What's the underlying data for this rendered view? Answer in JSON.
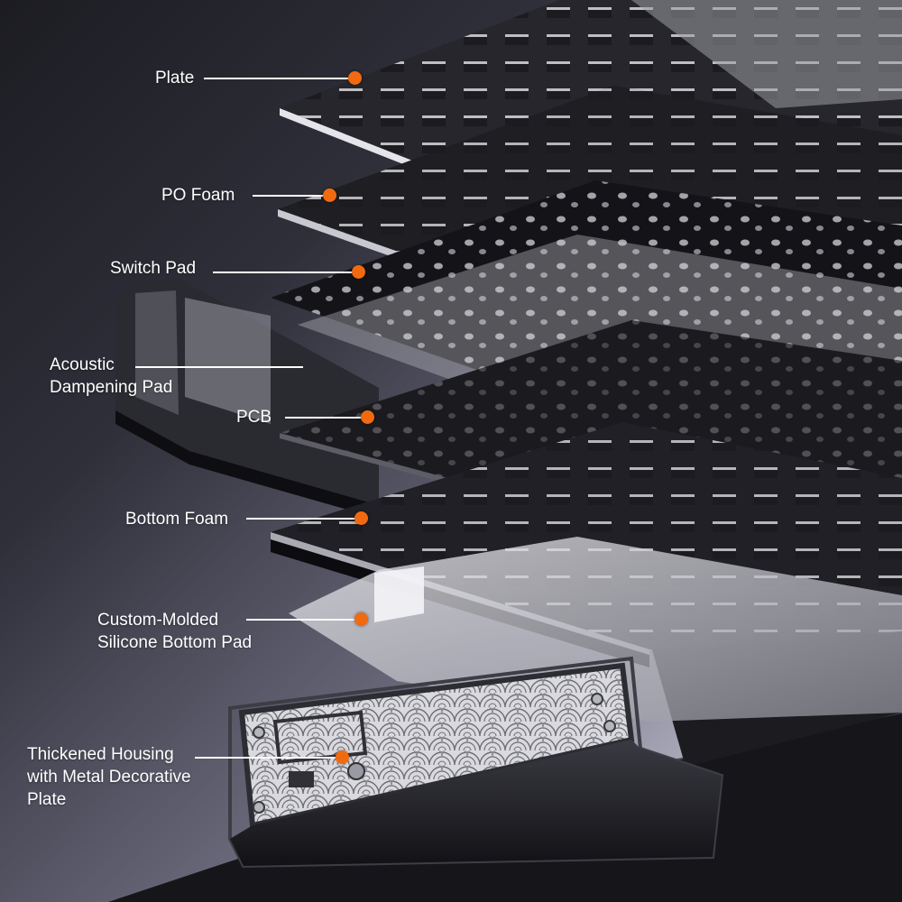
{
  "colors": {
    "accent_dot": "#f26a10",
    "label_text": "#ffffff",
    "leader_line": "#ffffff"
  },
  "callouts": [
    {
      "id": "plate",
      "label": "Plate"
    },
    {
      "id": "po-foam",
      "label": "PO Foam"
    },
    {
      "id": "switch-pad",
      "label": "Switch Pad"
    },
    {
      "id": "acoustic-dampening-pad",
      "label": "Acoustic\nDampening Pad"
    },
    {
      "id": "pcb",
      "label": "PCB"
    },
    {
      "id": "bottom-foam",
      "label": "Bottom Foam"
    },
    {
      "id": "silicone-bottom-pad",
      "label": "Custom-Molded\nSilicone Bottom Pad"
    },
    {
      "id": "housing",
      "label": "Thickened Housing\nwith Metal Decorative\nPlate"
    }
  ]
}
